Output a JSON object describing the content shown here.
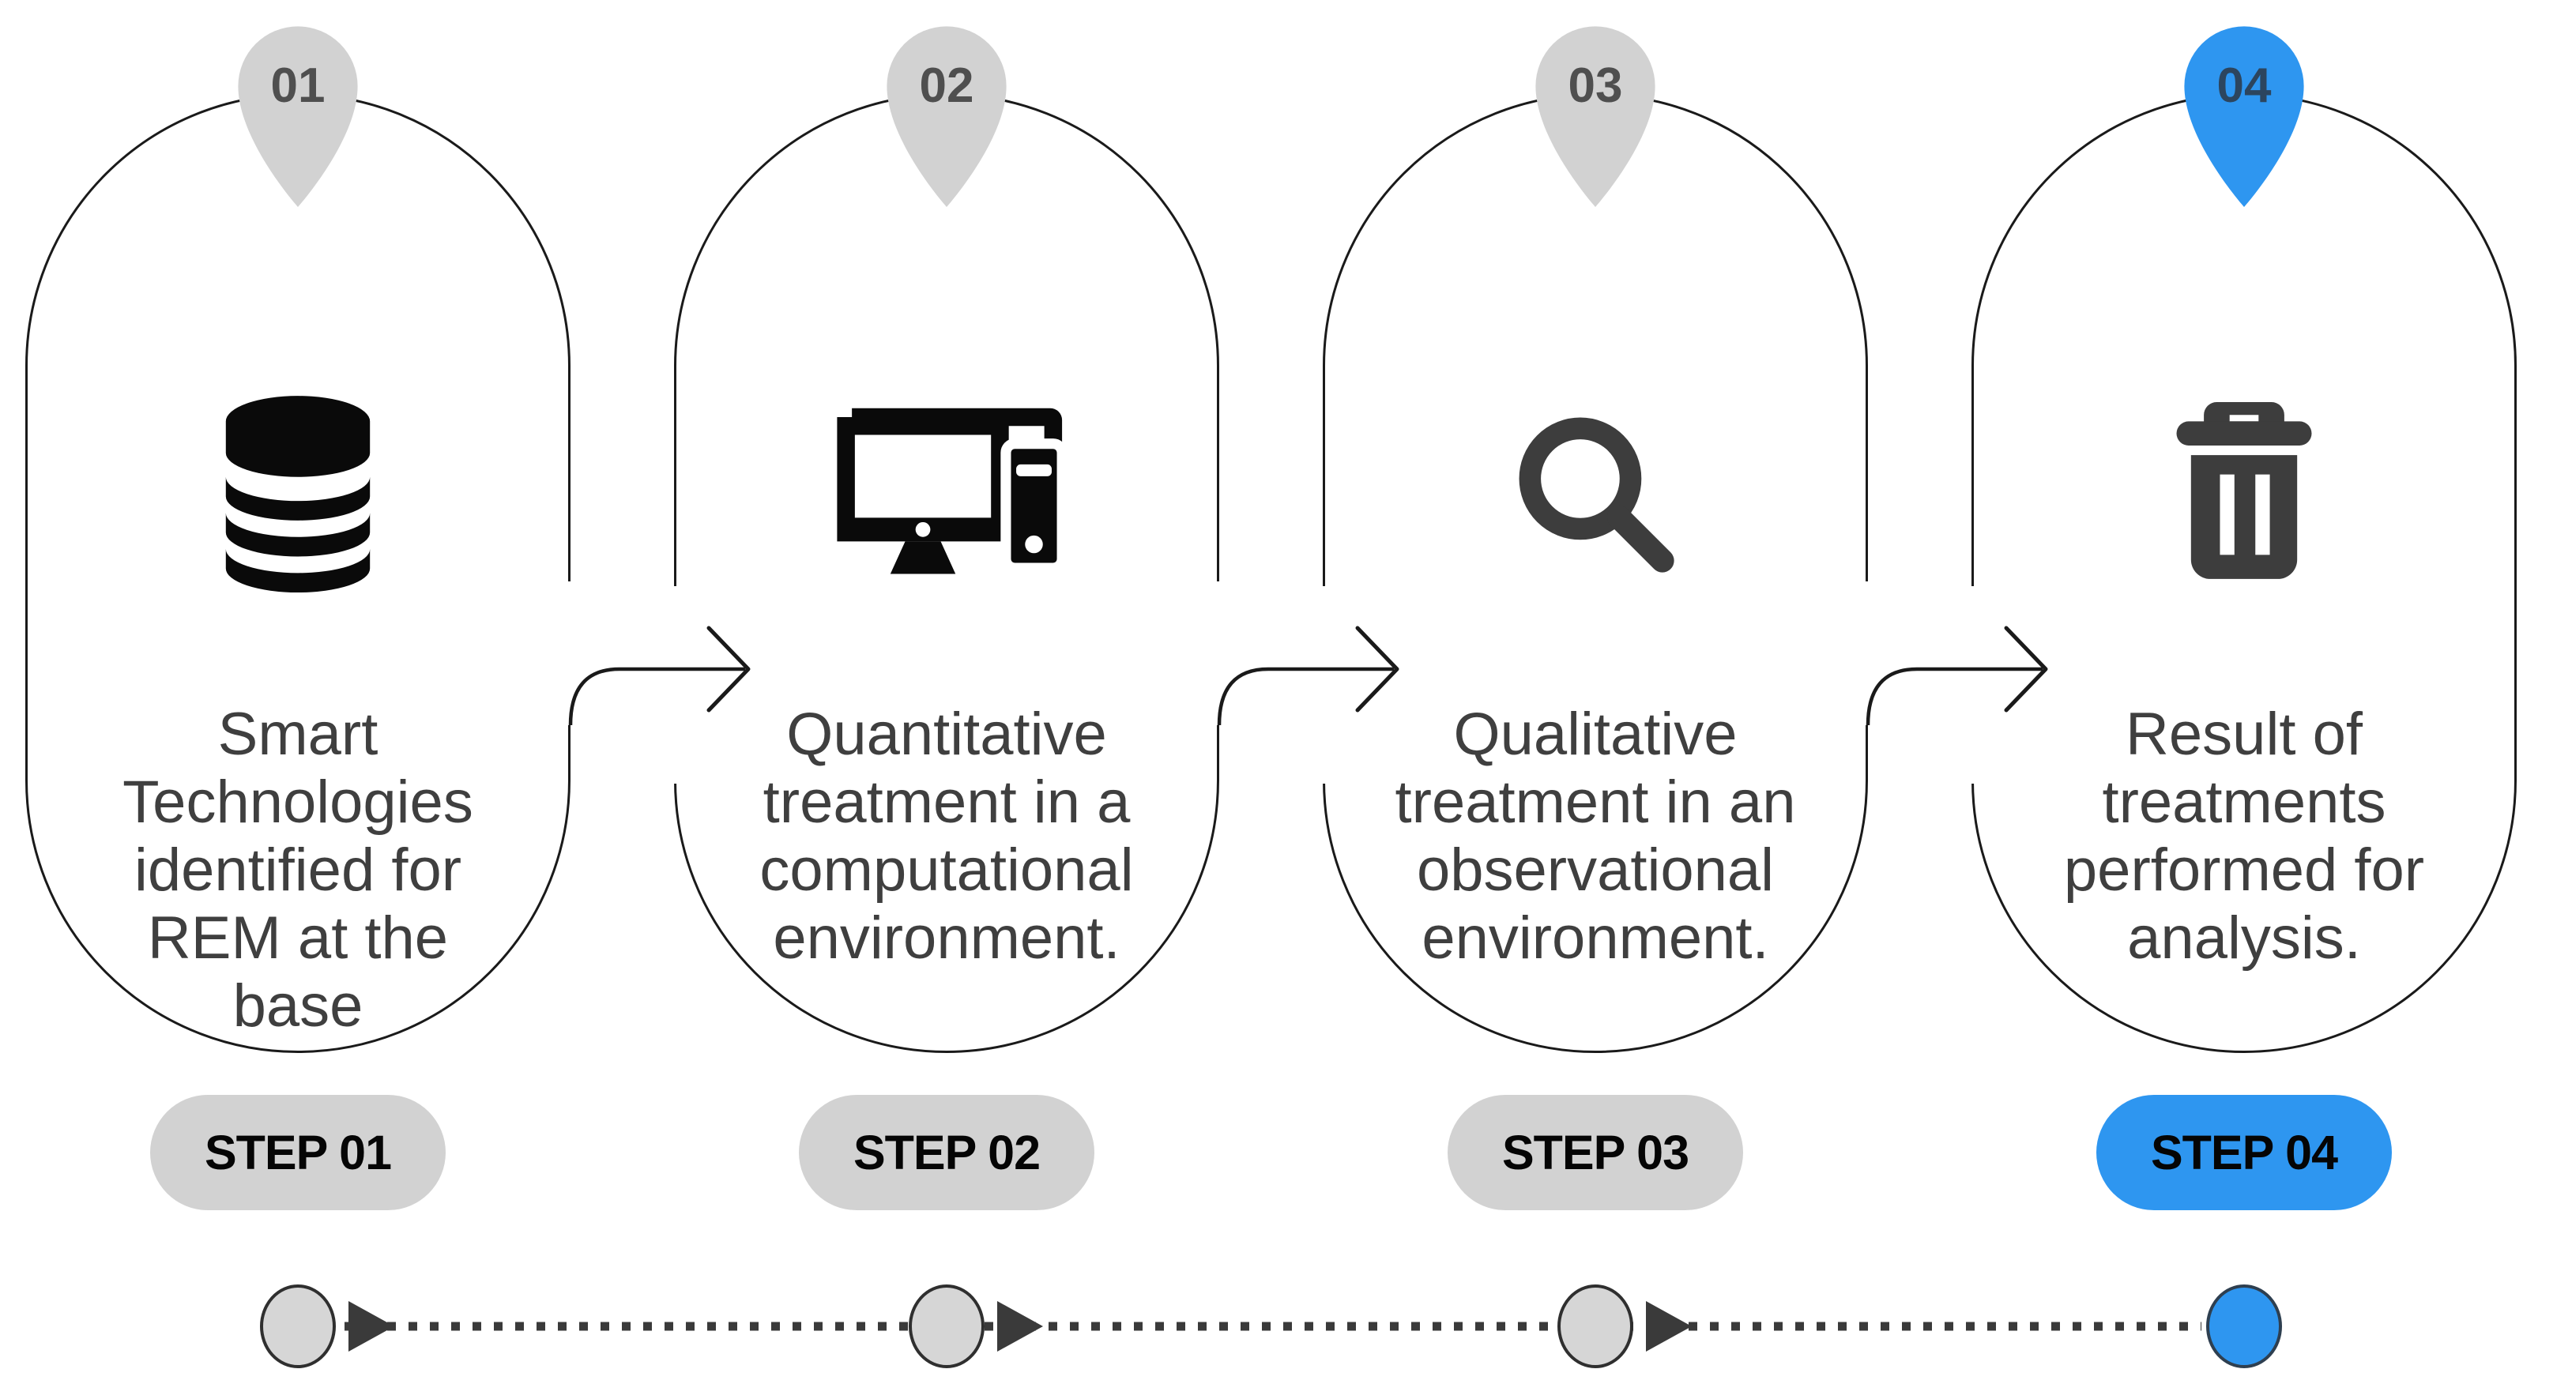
{
  "title": "Four step process infographic",
  "steps": [
    {
      "number": "01",
      "badge": "STEP 01",
      "title": "Smart\nTechnologies\nidentified for\nREM at the\nbase",
      "icon": "database-icon",
      "active": false
    },
    {
      "number": "02",
      "badge": "STEP 02",
      "title": "Quantitative\ntreatment in a\ncomputational\nenvironment.",
      "icon": "computer-icon",
      "active": false
    },
    {
      "number": "03",
      "badge": "STEP 03",
      "title": "Qualitative\ntreatment in an\nobservational\nenvironment.",
      "icon": "search-icon",
      "active": false
    },
    {
      "number": "04",
      "badge": "STEP 04",
      "title": "Result of\ntreatments\nperformed for\nanalysis.",
      "icon": "trash-icon",
      "active": true
    }
  ],
  "colors": {
    "accent": "#2E96F0",
    "inactive": "#D2D2D2",
    "text": "#3F3F3F",
    "line": "#1A1A1A",
    "icon_black": "#0A0A0A",
    "icon_gray": "#3D3D3D"
  }
}
